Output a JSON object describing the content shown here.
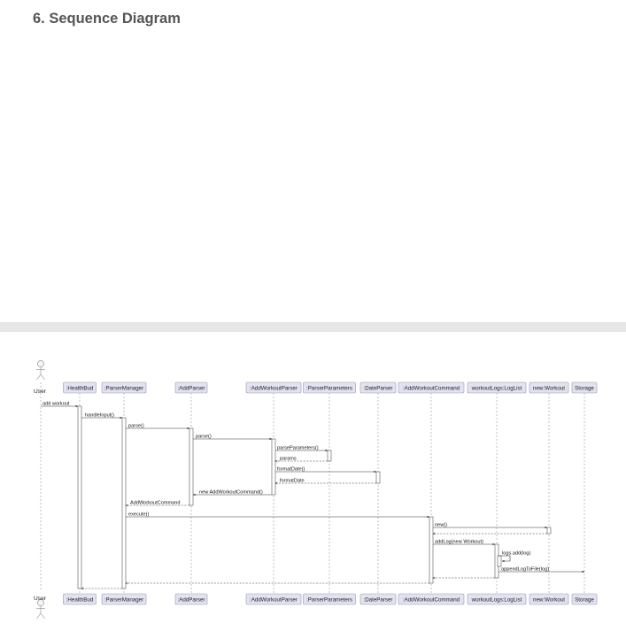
{
  "page": {
    "title": "6. Sequence Diagram"
  },
  "diagram": {
    "actor": "User",
    "participants": [
      ":HealthBud",
      ":ParserManager",
      ":AddParser",
      ":AddWorkoutParser",
      ":ParserParameters",
      ":DateParser",
      ":AddWorkoutCommand",
      "workoutLogs:LogList",
      "new:Workout",
      "Storage"
    ],
    "messages": [
      "add workout",
      "handleInput()",
      "parse()",
      "parse()",
      "parseParameters()",
      "params",
      "formatDate()",
      "formatDate",
      "new AddWorkoutCommand()",
      "AddWorkoutCommand",
      "execute()",
      "new()",
      "addLog(new Workout)",
      "logs.add(log)",
      "appendLogToFile(log)"
    ],
    "colors": {
      "participant_fill": "#e2e2f0",
      "participant_stroke": "#9a9ab8",
      "lifeline": "#9a9a9a",
      "activation_fill": "#ffffff",
      "arrow": "#333333"
    }
  }
}
